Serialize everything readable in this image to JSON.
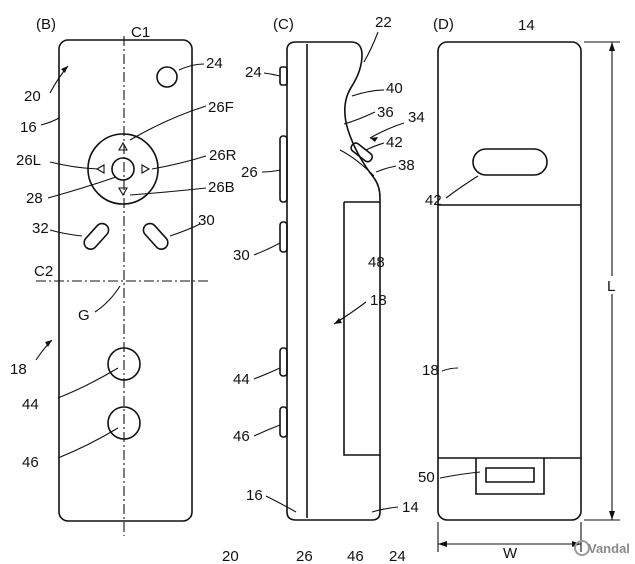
{
  "views": {
    "b": {
      "title": "(B)",
      "labels": {
        "c1": "C1",
        "c2": "C2",
        "g": "G",
        "n20": "20",
        "n16": "16",
        "n24": "24",
        "n26f": "26F",
        "n26l": "26L",
        "n26r": "26R",
        "n26b": "26B",
        "n28": "28",
        "n32": "32",
        "n30": "30",
        "n18": "18",
        "n44": "44",
        "n46": "46"
      }
    },
    "c": {
      "title": "(C)",
      "labels": {
        "n22": "22",
        "n24": "24",
        "n40": "40",
        "n36": "36",
        "n34": "34",
        "n42": "42",
        "n38": "38",
        "n26": "26",
        "n30": "30",
        "n48": "48",
        "n18": "18",
        "n44": "44",
        "n46": "46",
        "n16": "16",
        "n14": "14"
      }
    },
    "d": {
      "title": "(D)",
      "labels": {
        "n14": "14",
        "n42": "42",
        "n18": "18",
        "n50": "50",
        "l": "L",
        "w": "W"
      }
    },
    "bottom_labels": {
      "n20": "20",
      "n26": "26",
      "n46": "46",
      "n24": "24"
    }
  },
  "watermark": {
    "text": "Vandal"
  }
}
